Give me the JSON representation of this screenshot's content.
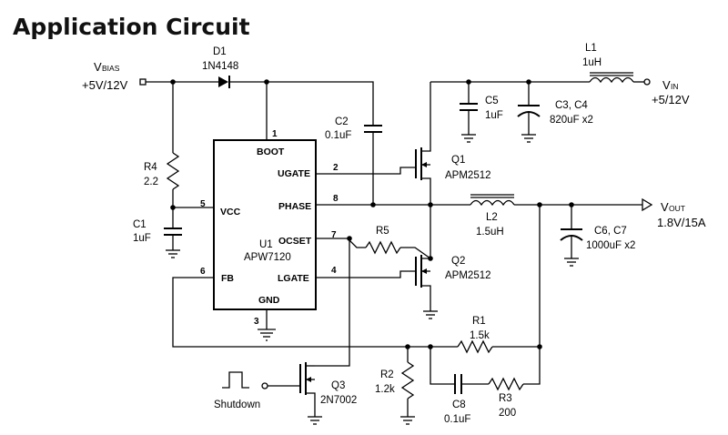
{
  "title": "Application Circuit",
  "nets": {
    "vbias_main": "V",
    "vbias_sub": "BIAS",
    "vbias_value": "+5V/12V",
    "vin_main": "V",
    "vin_sub": "IN",
    "vin_value": "+5/12V",
    "vout_main": "V",
    "vout_sub": "OUT",
    "vout_value": "1.8V/15A",
    "shutdown": "Shutdown"
  },
  "ic": {
    "ref": "U1",
    "part": "APW7120",
    "pins": {
      "boot": "BOOT",
      "ugate": "UGATE",
      "phase": "PHASE",
      "vcc": "VCC",
      "ocset": "OCSET",
      "fb": "FB",
      "lgate": "LGATE",
      "gnd": "GND"
    },
    "pin_numbers": {
      "boot": "1",
      "ugate": "2",
      "phase": "8",
      "vcc": "5",
      "ocset": "7",
      "fb": "6",
      "lgate": "4",
      "gnd": "3"
    }
  },
  "components": {
    "d1": {
      "ref": "D1",
      "value": "1N4148"
    },
    "l1": {
      "ref": "L1",
      "value": "1uH"
    },
    "c2": {
      "ref": "C2",
      "value": "0.1uF"
    },
    "c5": {
      "ref": "C5",
      "value": "1uF"
    },
    "c34": {
      "ref": "C3, C4",
      "value": "820uF x2"
    },
    "q1": {
      "ref": "Q1",
      "value": "APM2512"
    },
    "r4": {
      "ref": "R4",
      "value": "2.2"
    },
    "c1": {
      "ref": "C1",
      "value": "1uF"
    },
    "l2": {
      "ref": "L2",
      "value": "1.5uH"
    },
    "c67": {
      "ref": "C6, C7",
      "value": "1000uF x2"
    },
    "r5": {
      "ref": "R5",
      "value": ""
    },
    "q2": {
      "ref": "Q2",
      "value": "APM2512"
    },
    "r1": {
      "ref": "R1",
      "value": "1.5k"
    },
    "q3": {
      "ref": "Q3",
      "value": "2N7002"
    },
    "r2": {
      "ref": "R2",
      "value": "1.2k"
    },
    "c8": {
      "ref": "C8",
      "value": "0.1uF"
    },
    "r3": {
      "ref": "R3",
      "value": "200"
    }
  }
}
